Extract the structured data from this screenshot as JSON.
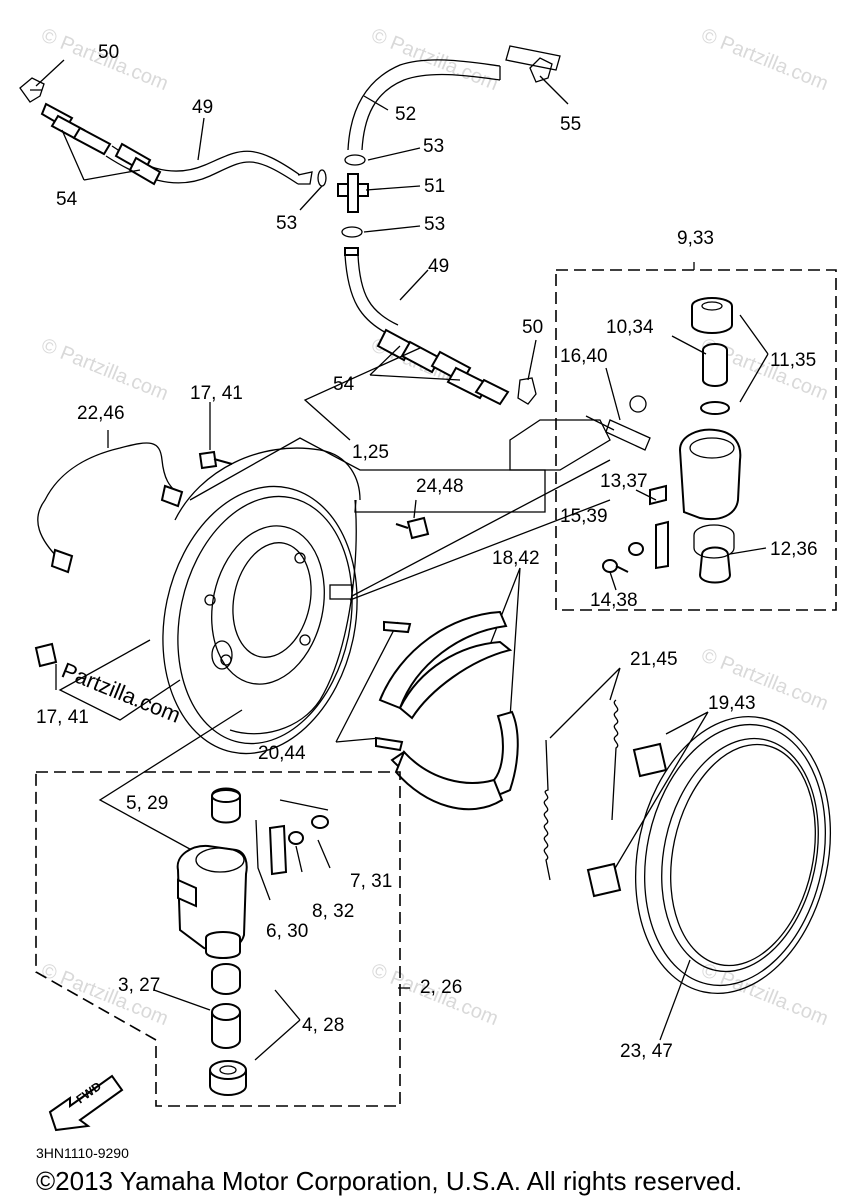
{
  "watermark": {
    "text": "© Partzilla.com",
    "overlay_text": "Partzilla.com"
  },
  "labels": {
    "p50_top": "50",
    "p49_top": "49",
    "p52": "52",
    "p55": "55",
    "p53_a": "53",
    "p51": "51",
    "p53_left": "53",
    "p53_b": "53",
    "p54_top": "54",
    "p49_mid": "49",
    "p9_33": "9,33",
    "p10_34": "10,34",
    "p50_mid": "50",
    "p11_35": "11,35",
    "p16_40": "16,40",
    "p54_mid": "54",
    "p22_46": "22,46",
    "p17_41_top": "17, 41",
    "p1_25": "1,25",
    "p24_48": "24,48",
    "p13_37": "13,37",
    "p15_39": "15,39",
    "p12_36": "12,36",
    "p14_38": "14,38",
    "p18_42": "18,42",
    "p17_41_bot": "17, 41",
    "p21_45": "21,45",
    "p19_43": "19,43",
    "p20_44": "20,44",
    "p5_29": "5, 29",
    "p7_31": "7, 31",
    "p8_32": "8, 32",
    "p6_30": "6, 30",
    "p3_27": "3, 27",
    "p2_26": "2, 26",
    "p4_28": "4, 28",
    "p23_47": "23, 47",
    "fwd": "FWD"
  },
  "diagram_code": "3HN1110-9290",
  "copyright": "©2013 Yamaha Motor Corporation, U.S.A. All rights reserved."
}
